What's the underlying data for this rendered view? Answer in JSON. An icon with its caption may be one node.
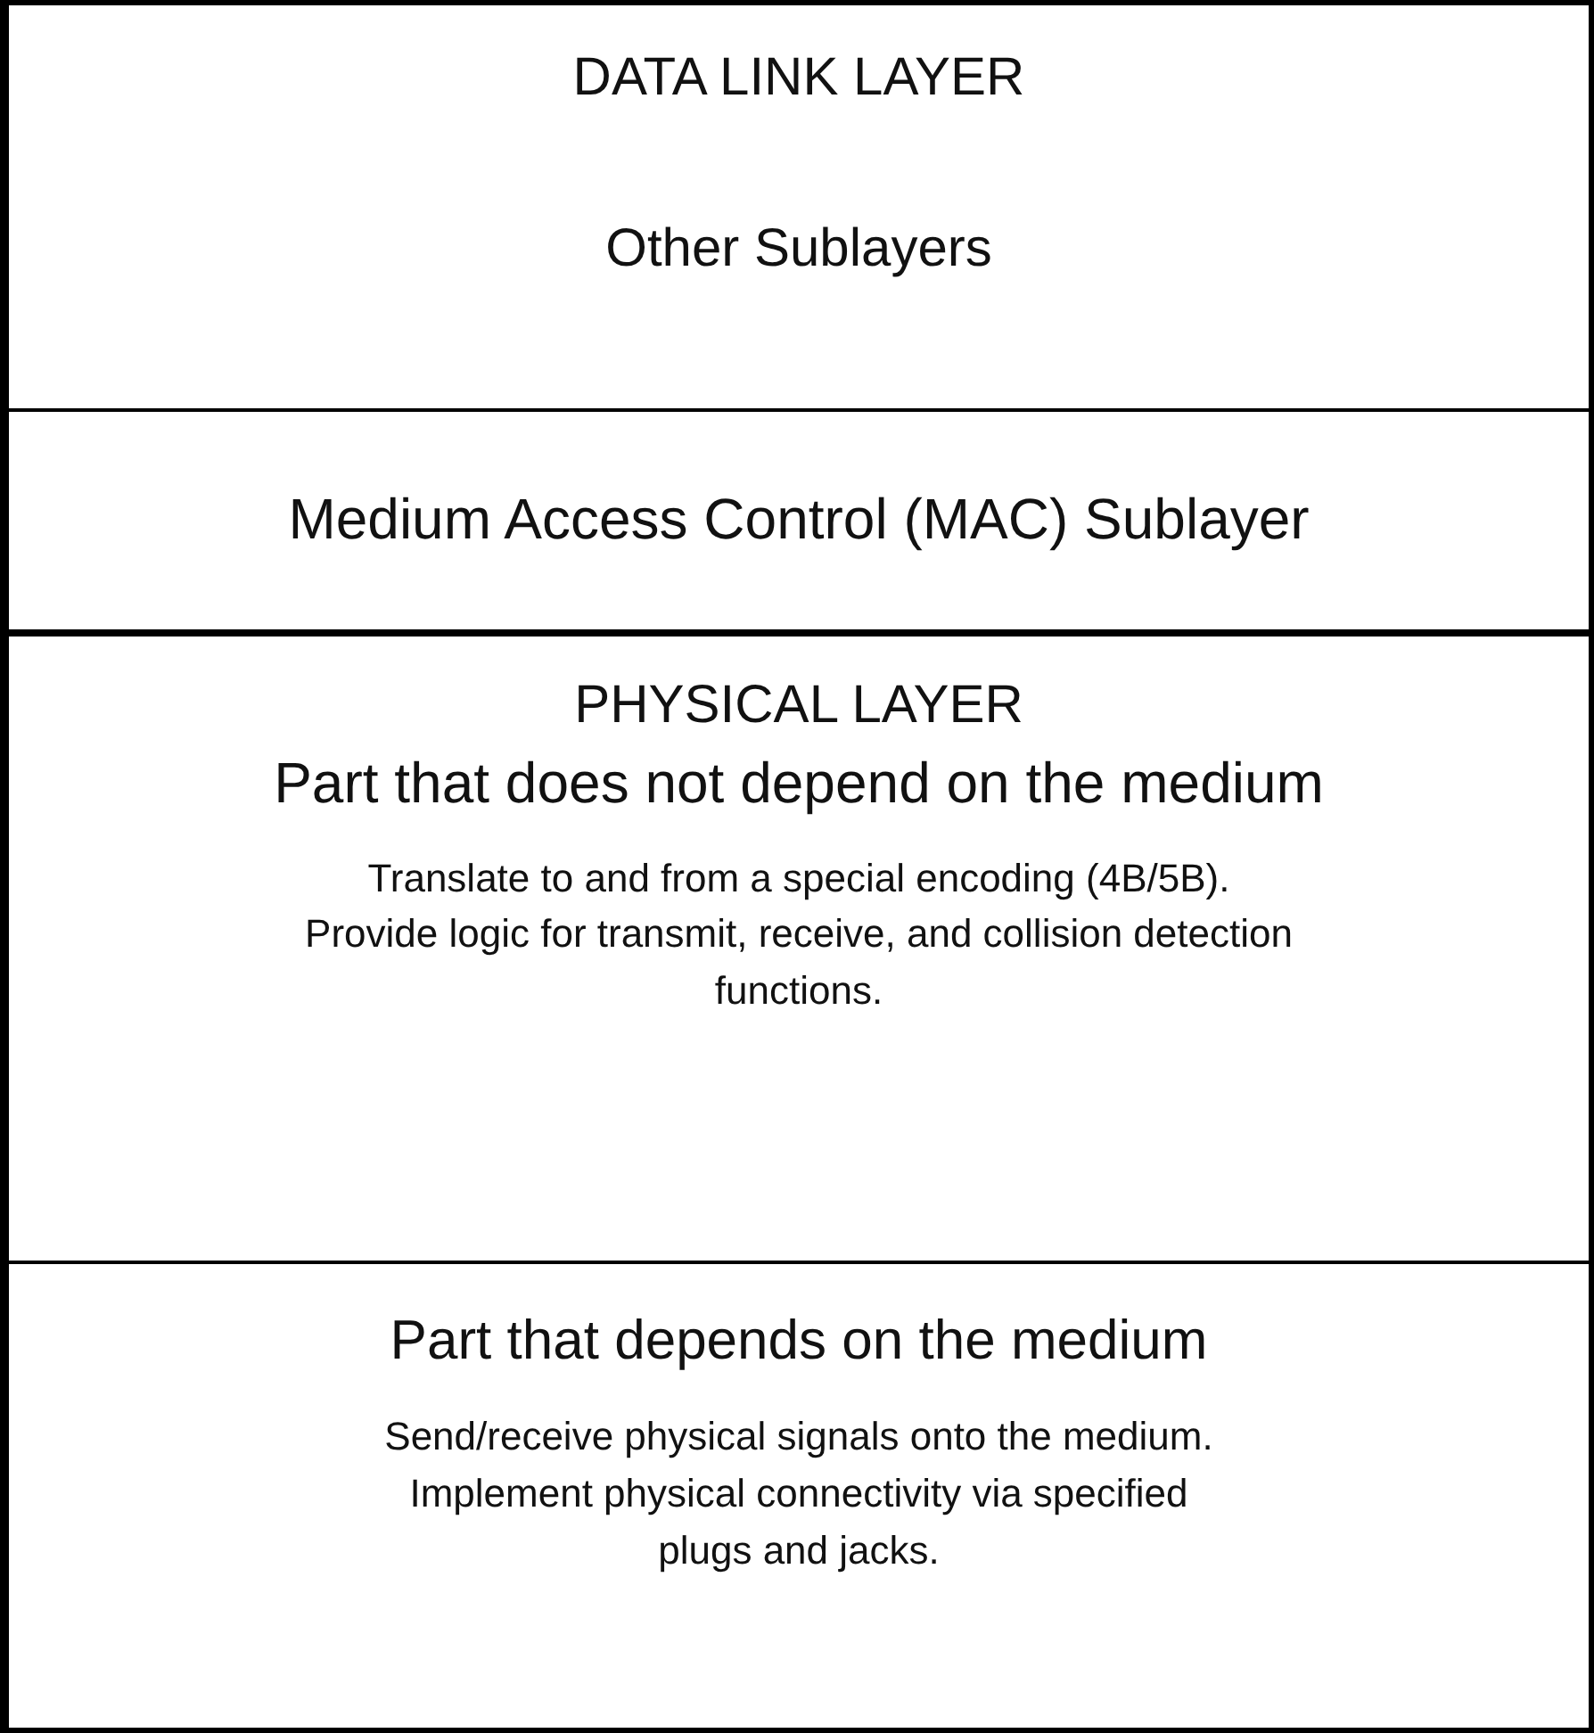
{
  "diagram": {
    "nodes": [
      {
        "text": [
          "DATA LINK LAYER",
          "Other Sublayers"
        ]
      },
      {
        "text": [
          "Medium Access Control (MAC) Sublayer"
        ]
      },
      {
        "text": [
          "PHYSICAL LAYER",
          "Part that does not depend on the medium",
          "Translate to and from a special encoding (4B/5B). Provide logic for transmit, receive, and collision detection functions."
        ]
      },
      {
        "text": [
          "Part that depends on the medium",
          "Send/receive physical signals onto the medium. Implement physical connectivity via specified plugs and jacks."
        ]
      }
    ],
    "edges": []
  }
}
